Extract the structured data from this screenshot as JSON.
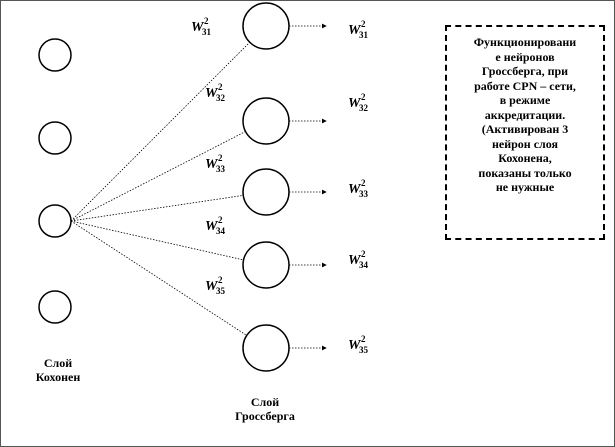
{
  "kohonen_layer": {
    "label": "Слой\nКохонен",
    "neuron_count": 4,
    "active_neuron": 3
  },
  "grossberg_layer": {
    "label": "Слой\nГроссберга",
    "weights": [
      {
        "letter": "W",
        "sup": "2",
        "sub": "31"
      },
      {
        "letter": "W",
        "sup": "2",
        "sub": "32"
      },
      {
        "letter": "W",
        "sup": "2",
        "sub": "33"
      },
      {
        "letter": "W",
        "sup": "2",
        "sub": "34"
      },
      {
        "letter": "W",
        "sup": "2",
        "sub": "35"
      }
    ],
    "outputs": [
      {
        "letter": "W",
        "sup": "2",
        "sub": "31"
      },
      {
        "letter": "W",
        "sup": "2",
        "sub": "32"
      },
      {
        "letter": "W",
        "sup": "2",
        "sub": "33"
      },
      {
        "letter": "W",
        "sup": "2",
        "sub": "34"
      },
      {
        "letter": "W",
        "sup": "2",
        "sub": "35"
      }
    ]
  },
  "note": "Функционировани\nе нейронов\nГроссберга, при\nработе CPN – сети,\nв режиме\nаккредитации.\n(Активирован 3\nнейрон слоя\nКохонена,\nпоказаны только\nне нужные"
}
